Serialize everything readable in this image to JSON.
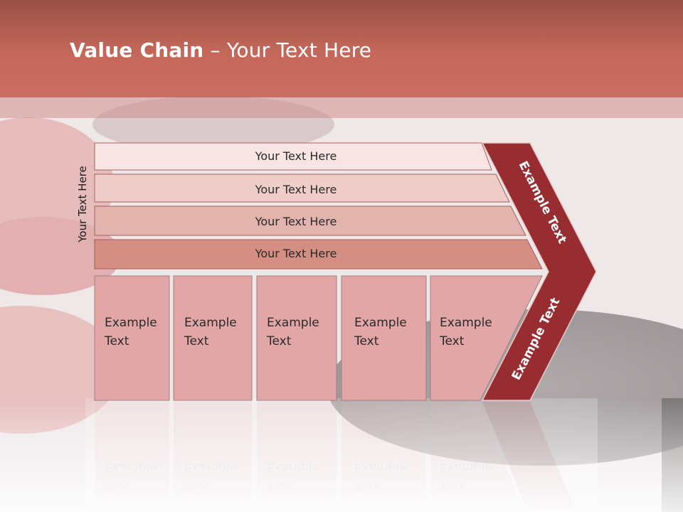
{
  "title": {
    "bold": "Value Chain",
    "rest": " – Your Text Here"
  },
  "vertical_label": "Your Text Here",
  "rows": [
    {
      "label": "Your Text Here"
    },
    {
      "label": "Your Text Here"
    },
    {
      "label": "Your Text Here"
    },
    {
      "label": "Your Text Here"
    }
  ],
  "columns": [
    {
      "line1": "Example",
      "line2": "Text"
    },
    {
      "line1": "Example",
      "line2": "Text"
    },
    {
      "line1": "Example",
      "line2": "Text"
    },
    {
      "line1": "Example",
      "line2": "Text"
    },
    {
      "line1": "Example",
      "line2": "Text"
    }
  ],
  "chevron": {
    "upper": "Example Text",
    "lower": "Example Text"
  },
  "colors": {
    "row1": "#f8e4e3",
    "row2": "#efcdc9",
    "row3": "#e3b3ad",
    "row4": "#d48e82",
    "column": "#e3a6a7",
    "chevron": "#982d31",
    "header": "#c5685b"
  }
}
